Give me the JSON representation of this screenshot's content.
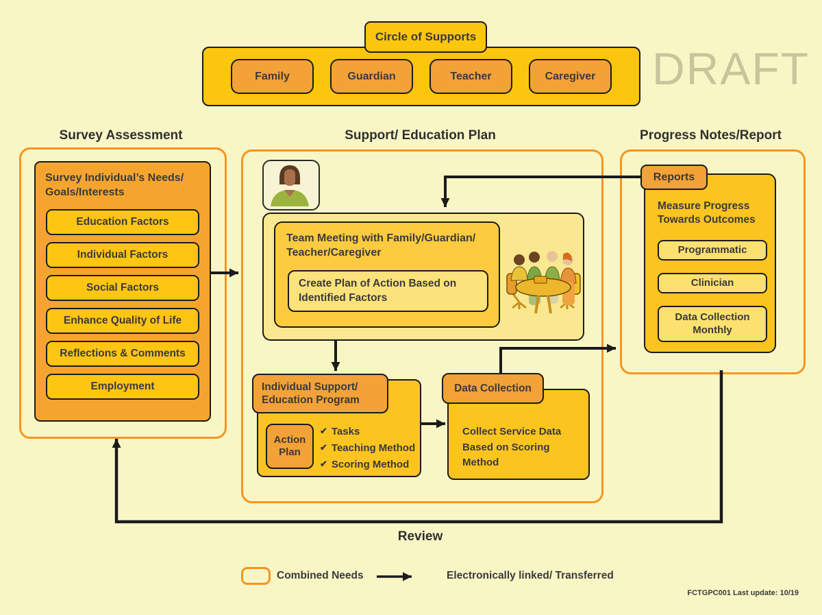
{
  "page": {
    "draft_watermark": "DRAFT",
    "review_label": "Review",
    "footer_text": "FCTGPC001  Last update: 10/19"
  },
  "palette": {
    "background": "#F9F6C6",
    "gold": "#FCC60E",
    "orange": "#F2A237",
    "light_yellow": "#FCE27B",
    "pale_panel": "#F9E88F",
    "container_border_orange": "#F7941E",
    "line_black": "#1B1B1B",
    "draft_gray": "#C8C49B"
  },
  "circle_of_supports": {
    "title": "Circle of Supports",
    "members": [
      "Family",
      "Guardian",
      "Teacher",
      "Caregiver"
    ]
  },
  "survey_assessment": {
    "heading": "Survey Assessment",
    "box_title": "Survey Individual’s Needs/\nGoals/Interests",
    "items": [
      "Education Factors",
      "Individual Factors",
      "Social Factors",
      "Enhance Quality of Life",
      "Reflections & Comments",
      "Employment"
    ]
  },
  "support_plan": {
    "heading": "Support/ Education Plan",
    "team_meeting_title": "Team Meeting with Family/Guardian/\nTeacher/Caregiver",
    "create_plan_text": "Create Plan of Action Based on\nIdentified Factors",
    "individual_program_title": "Individual Support/\nEducation Program",
    "action_plan_label": "Action\nPlan",
    "check_glyph": "✔",
    "checklist": [
      "Tasks",
      "Teaching Method",
      "Scoring Method"
    ],
    "data_collection_label": "Data Collection",
    "collect_text": "Collect Service Data\nBased on Scoring Method"
  },
  "progress_notes": {
    "heading": "Progress Notes/Report",
    "reports_label": "Reports",
    "box_title": "Measure Progress\nTowards Outcomes",
    "items": [
      "Programmatic",
      "Clinician",
      "Data Collection\nMonthly"
    ]
  },
  "legend": {
    "combined_needs": "Combined Needs",
    "arrow_label": "Electronically linked/ Transferred"
  }
}
